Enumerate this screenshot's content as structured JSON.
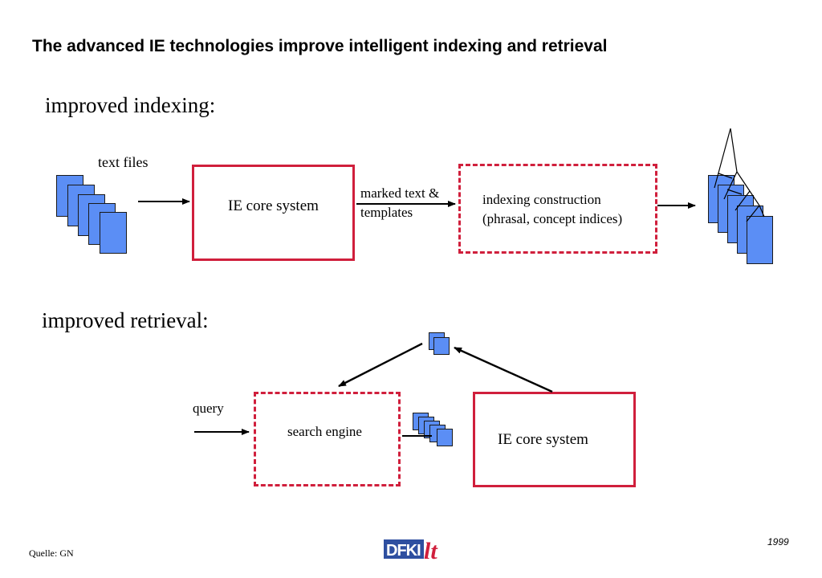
{
  "title": "The advanced IE technologies improve intelligent indexing and retrieval",
  "indexing": {
    "heading": "improved indexing:",
    "text_files_label": "text files",
    "ie_core_label": "IE core system",
    "marked_text_line1": "marked text &",
    "marked_text_line2": "templates",
    "indexing_line1": "indexing construction",
    "indexing_line2": "(phrasal, concept indices)"
  },
  "retrieval": {
    "heading": "improved retrieval:",
    "query_label": "query",
    "search_engine_label": "search engine",
    "ie_core_label": "IE core system"
  },
  "footer": {
    "source": "Quelle: GN",
    "year": "1999",
    "logo_text": "DFKI lt"
  },
  "colors": {
    "box_border": "#d01f3c",
    "document_fill": "#5b8ef5"
  }
}
